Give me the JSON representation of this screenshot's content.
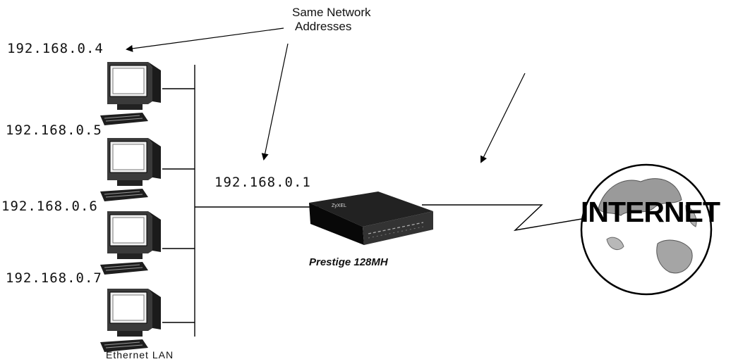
{
  "diagram": {
    "callout_line1": "Same Network",
    "callout_line2": "Addresses",
    "hosts": [
      {
        "ip": "192.168.0.4"
      },
      {
        "ip": "192.168.0.5"
      },
      {
        "ip": "192.168.0.6"
      },
      {
        "ip": "192.168.0.7"
      }
    ],
    "router_ip": "192.168.0.1",
    "router_name": "Prestige 128MH",
    "lan_label": "Ethernet LAN",
    "internet_label": "INTERNET",
    "icons": [
      "computer-icon",
      "router-icon",
      "globe-icon",
      "arrow-icon"
    ]
  }
}
